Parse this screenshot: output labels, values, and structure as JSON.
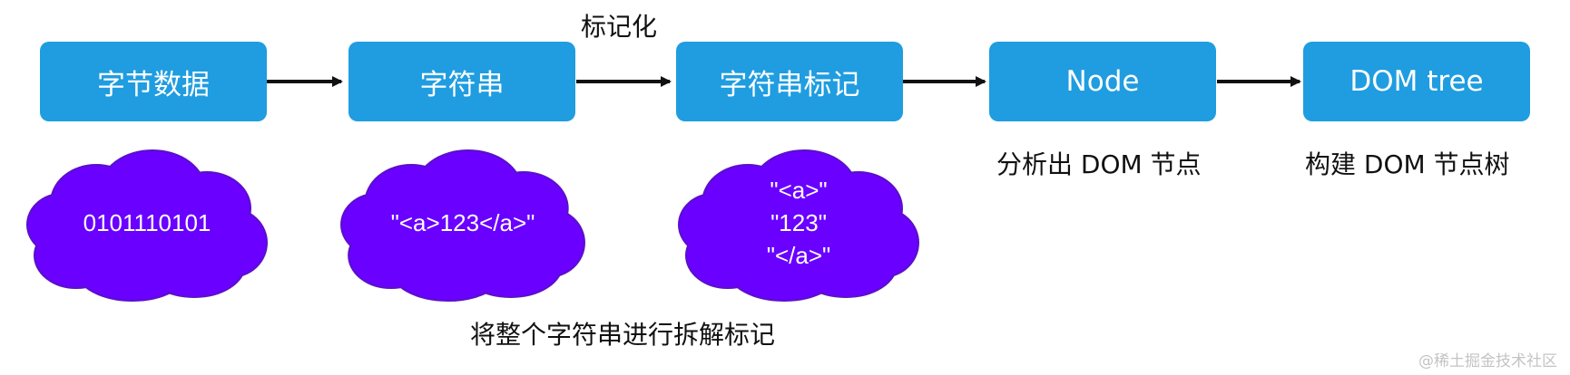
{
  "colors": {
    "box": "#1f9de0",
    "cloud": "#6a00ff",
    "cloud_stroke": "#5a10c8",
    "arrow": "#111111"
  },
  "steps": [
    {
      "label": "字节数据"
    },
    {
      "label": "字符串"
    },
    {
      "label": "字符串标记"
    },
    {
      "label": "Node"
    },
    {
      "label": "DOM tree"
    }
  ],
  "arrow_labels": {
    "tokenize": "标记化"
  },
  "captions": {
    "node": "分析出 DOM 节点",
    "tree": "构建 DOM 节点树",
    "tokenize_note": "将整个字符串进行拆解标记"
  },
  "clouds": [
    {
      "lines": [
        "0101110101"
      ]
    },
    {
      "lines": [
        "\"<a>123</a>\""
      ]
    },
    {
      "lines": [
        "\"<a>\"",
        "\"123\"",
        "\"</a>\""
      ]
    }
  ],
  "watermark": "@稀土掘金技术社区"
}
